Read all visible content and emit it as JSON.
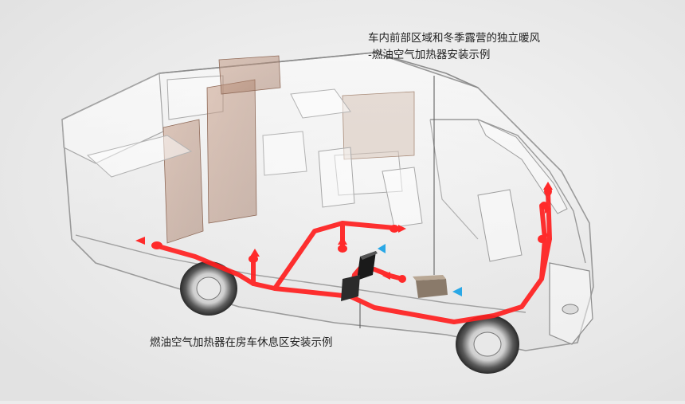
{
  "labels": {
    "front_heater_line1": "车内前部区域和冬季露营的独立暖风",
    "front_heater_line2": "-燃油空气加热器安装示例",
    "rear_heater": "燃油空气加热器在房车休息区安装示例"
  },
  "colors": {
    "background": "#ececec",
    "duct": "#ff1f1f",
    "airflow_in": "#2aa8e6",
    "heater": "#1a1a1a",
    "body_outline": "#9a9a9a",
    "furniture": "#b58a73"
  }
}
